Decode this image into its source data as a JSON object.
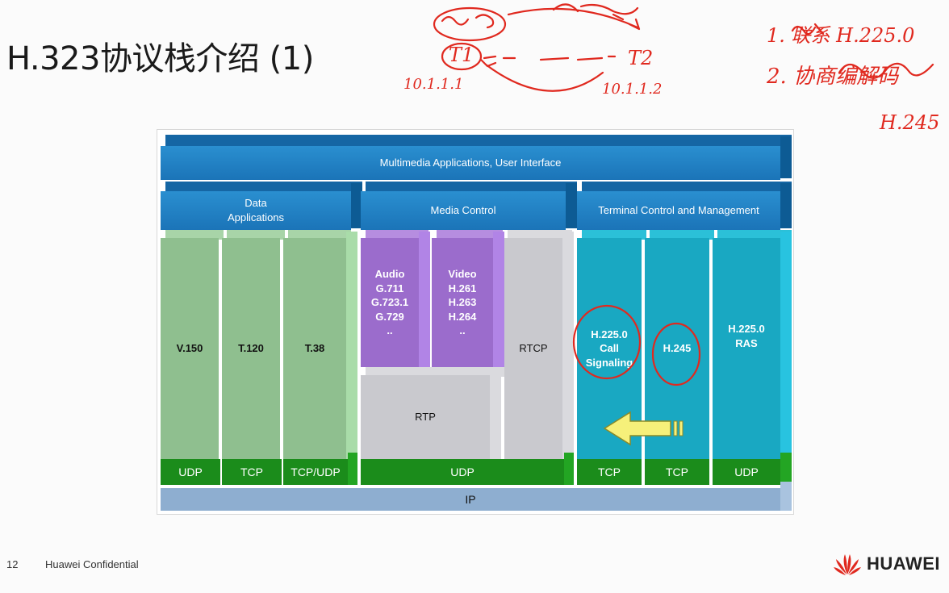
{
  "slide": {
    "title": "H.323协议栈介绍 (1)",
    "page_number": "12",
    "confidential": "Huawei Confidential",
    "brand": "HUAWEI"
  },
  "diagram": {
    "top_layer": "Multimedia Applications, User Interface",
    "data_apps": "Data\nApplications",
    "media_control": "Media Control",
    "terminal_control": "Terminal Control and Management",
    "v150": "V.150",
    "t120": "T.120",
    "t38": "T.38",
    "audio": "Audio\nG.711\nG.723.1\nG.729\n..",
    "video": "Video\nH.261\nH.263\nH.264\n..",
    "rtcp": "RTCP",
    "rtp": "RTP",
    "h225_call": "H.225.0\nCall\nSignaling",
    "h245": "H.245",
    "h225_ras": "H.225.0\nRAS",
    "udp1": "UDP",
    "tcp1": "TCP",
    "tcpudp": "TCP/UDP",
    "udp_media": "UDP",
    "tcp2": "TCP",
    "tcp3": "TCP",
    "udp2": "UDP",
    "ip": "IP"
  },
  "annotations": {
    "t1": "T1",
    "t2": "T2",
    "ip1": "10.1.1.1",
    "ip2": "10.1.1.2",
    "note1": "1. 联系 H.225.0",
    "note2": "2. 协商编解码",
    "note3": "H.245"
  }
}
